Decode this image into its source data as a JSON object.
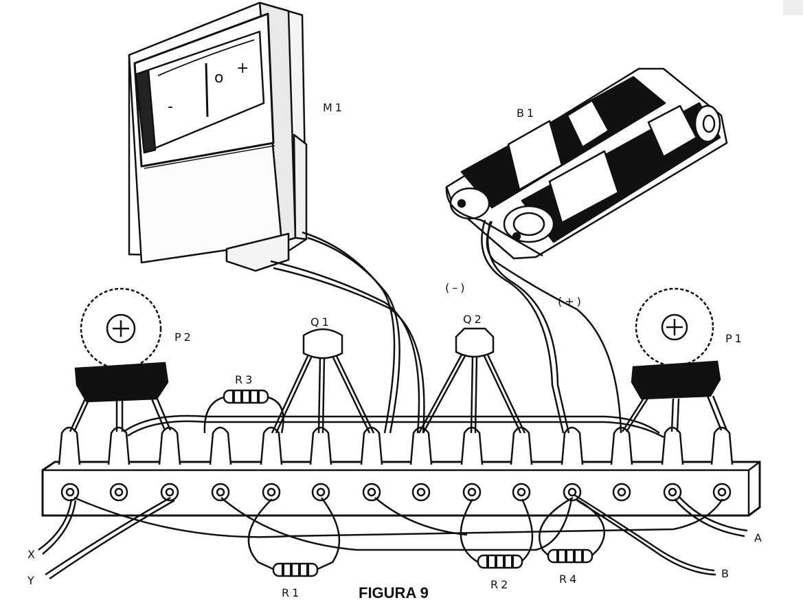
{
  "figure": {
    "caption": "FIGURA 9"
  },
  "components": {
    "meter": {
      "label": "M1",
      "scale_minus": "-",
      "scale_zero": "o",
      "scale_plus": "+"
    },
    "battery": {
      "label": "B1",
      "neg": "(–)",
      "pos": "(+)"
    },
    "pot_left": {
      "label": "P2"
    },
    "pot_right": {
      "label": "P1"
    },
    "transistor_1": {
      "label": "Q1"
    },
    "transistor_2": {
      "label": "Q2"
    },
    "resistors": {
      "r1": "R1",
      "r2": "R2",
      "r3": "R3",
      "r4": "R4"
    }
  },
  "terminals": {
    "x": "X",
    "y": "Y",
    "a": "A",
    "b": "B"
  }
}
